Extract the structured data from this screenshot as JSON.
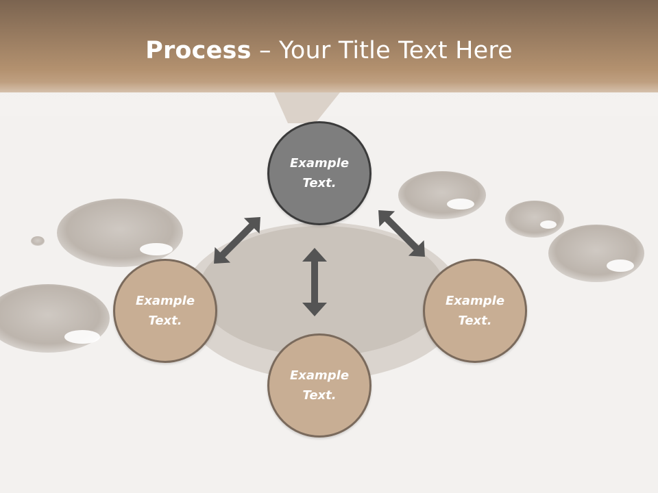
{
  "title": {
    "bold": "Process",
    "rest": " – Your Title Text Here"
  },
  "nodes": {
    "top": {
      "text": "Example Text."
    },
    "left": {
      "text": "Example Text."
    },
    "right": {
      "text": "Example Text."
    },
    "bottom": {
      "text": "Example Text."
    }
  },
  "colors": {
    "header_top": "#7b6450",
    "header_bottom": "#b3916f",
    "center_node": "#7e7e7e",
    "outer_node": "#c8ae94",
    "node_border": "#7a6a5c",
    "arrow": "#545454"
  }
}
